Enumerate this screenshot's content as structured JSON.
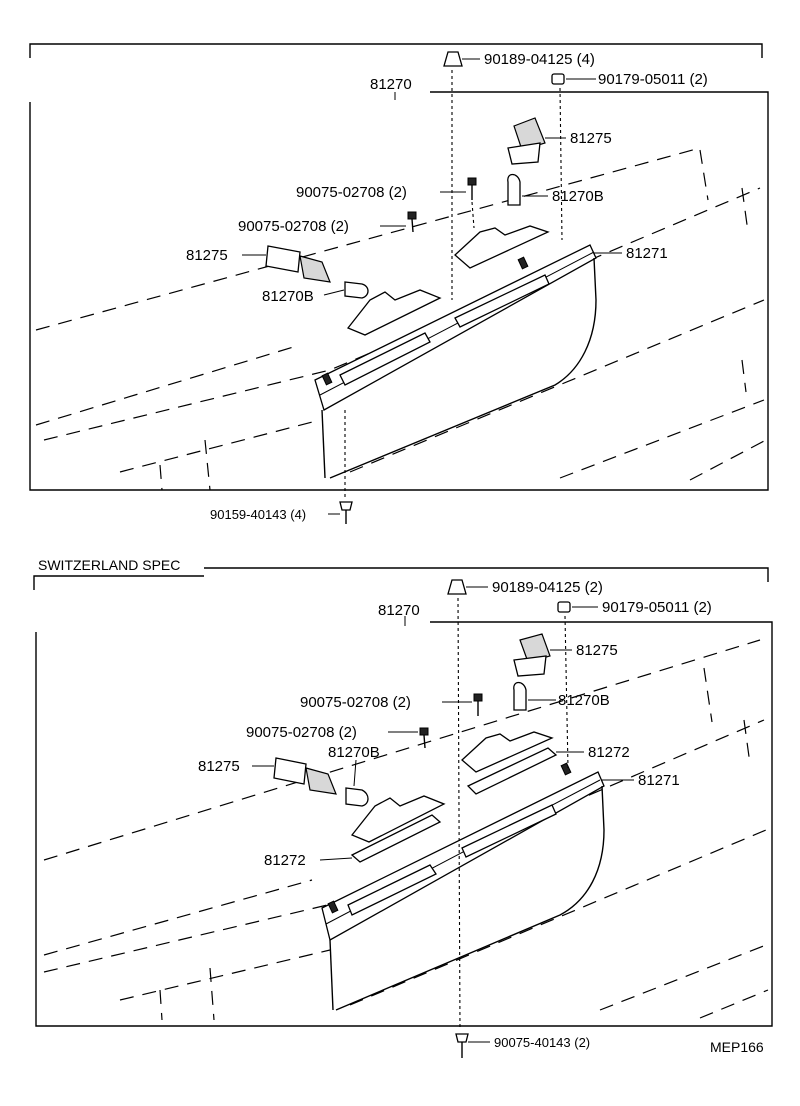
{
  "top": {
    "labels": {
      "clip_upper": "90189-04125 (4)",
      "nut_upper": "90179-05011 (2)",
      "lamp_assy": "81270",
      "socket_right": "81275",
      "screw_right": "90075-02708 (2)",
      "bulb_right": "81270B",
      "screw_left": "90075-02708 (2)",
      "socket_left": "81275",
      "bulb_left": "81270B",
      "lens": "81271",
      "bolt_bottom": "90159-40143 (4)"
    }
  },
  "bottom": {
    "section_title": "SWITZERLAND SPEC",
    "labels": {
      "clip_upper": "90189-04125 (2)",
      "nut_upper": "90179-05011 (2)",
      "lamp_assy": "81270",
      "socket_right": "81275",
      "screw_right": "90075-02708 (2)",
      "bulb_right": "81270B",
      "screw_left": "90075-02708 (2)",
      "bulb_left": "81270B",
      "socket_left": "81275",
      "gasket_right": "81272",
      "lens": "81271",
      "gasket_left": "81272",
      "bolt_bottom": "90075-40143 (2)"
    }
  },
  "figure_code": "MEP166"
}
